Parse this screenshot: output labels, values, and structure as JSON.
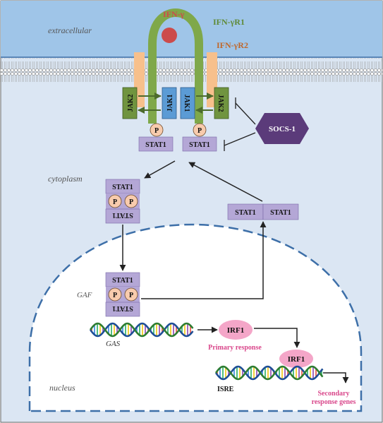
{
  "labels": {
    "extracellular": "extracellular",
    "cytoplasm": "cytoplasm",
    "nucleus": "nucleus",
    "gaf": "GAF",
    "gas": "GAS",
    "isre": "ISRE",
    "ifn_gamma": "IFN-γ",
    "ifn_gamma_r1": "IFN-γR1",
    "ifn_gamma_r2": "IFN-γR2",
    "jak1": "JAK1",
    "jak2": "JAK2",
    "p": "P",
    "stat1": "STAT1",
    "socs1": "SOCS-1",
    "irf1": "IRF1",
    "primary_response": "Primary response",
    "secondary_response_line1": "Secondary",
    "secondary_response_line2": "response genes"
  },
  "colors": {
    "cytoplasm_bg": "#dbe6f3",
    "extracellular_bg": "#9fc5e8",
    "nucleus_bg": "#ffffff",
    "nucleus_border": "#3d6fa8",
    "receptor_r1": "#7fa84a",
    "receptor_r2": "#f7c08c",
    "ifn_gamma": "#cc4b4b",
    "jak1": "#5b9bd5",
    "jak2": "#70943f",
    "phosphate": "#f8cbad",
    "stat1": "#b4a7d6",
    "socs1": "#5b3b7a",
    "irf1": "#f4a6c8",
    "primary_response_text": "#d9478b",
    "secondary_response_text": "#d9478b",
    "ifn_gamma_text": "#cc4b4b",
    "r1_text": "#5f8a36",
    "r2_text": "#c0672a"
  }
}
